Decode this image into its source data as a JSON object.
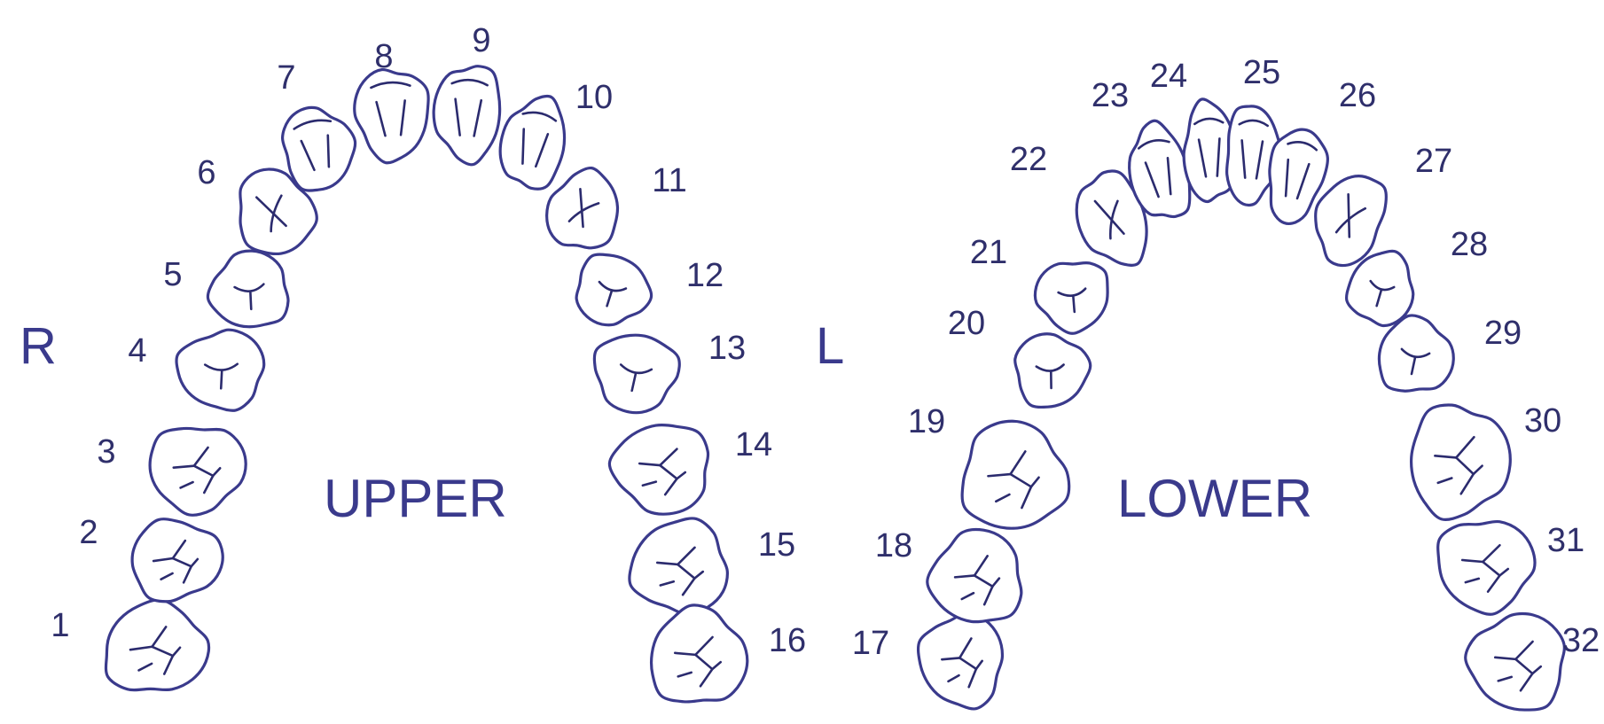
{
  "side_labels": {
    "right": "R",
    "left": "L"
  },
  "arch_labels": {
    "upper": "UPPER",
    "lower": "LOWER"
  },
  "colors": {
    "outline": "#3a3a8c",
    "text": "#2f2f6b",
    "background": "#ffffff"
  },
  "upper_teeth": [
    {
      "number": "1",
      "type": "molar"
    },
    {
      "number": "2",
      "type": "molar"
    },
    {
      "number": "3",
      "type": "molar"
    },
    {
      "number": "4",
      "type": "premolar"
    },
    {
      "number": "5",
      "type": "premolar"
    },
    {
      "number": "6",
      "type": "canine"
    },
    {
      "number": "7",
      "type": "incisor"
    },
    {
      "number": "8",
      "type": "incisor"
    },
    {
      "number": "9",
      "type": "incisor"
    },
    {
      "number": "10",
      "type": "incisor"
    },
    {
      "number": "11",
      "type": "canine"
    },
    {
      "number": "12",
      "type": "premolar"
    },
    {
      "number": "13",
      "type": "premolar"
    },
    {
      "number": "14",
      "type": "molar"
    },
    {
      "number": "15",
      "type": "molar"
    },
    {
      "number": "16",
      "type": "molar"
    }
  ],
  "lower_teeth": [
    {
      "number": "17",
      "type": "molar"
    },
    {
      "number": "18",
      "type": "molar"
    },
    {
      "number": "19",
      "type": "molar"
    },
    {
      "number": "20",
      "type": "premolar"
    },
    {
      "number": "21",
      "type": "premolar"
    },
    {
      "number": "22",
      "type": "canine"
    },
    {
      "number": "23",
      "type": "incisor"
    },
    {
      "number": "24",
      "type": "incisor"
    },
    {
      "number": "25",
      "type": "incisor"
    },
    {
      "number": "26",
      "type": "incisor"
    },
    {
      "number": "27",
      "type": "canine"
    },
    {
      "number": "28",
      "type": "premolar"
    },
    {
      "number": "29",
      "type": "premolar"
    },
    {
      "number": "30",
      "type": "molar"
    },
    {
      "number": "31",
      "type": "molar"
    },
    {
      "number": "32",
      "type": "molar"
    }
  ]
}
